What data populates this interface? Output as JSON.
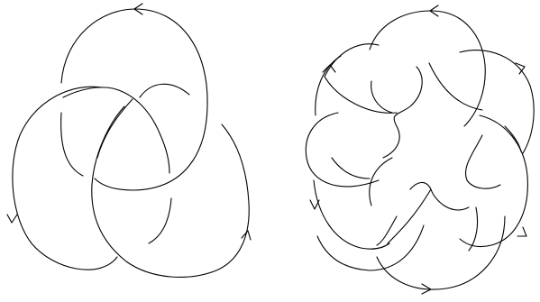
{
  "figure": {
    "stroke_color": "#000000",
    "background_color": "#ffffff",
    "knots": [
      {
        "name": "knot-left-three-lobed",
        "lobes": 3
      },
      {
        "name": "knot-right-six-lobed",
        "lobes": 6
      }
    ]
  }
}
